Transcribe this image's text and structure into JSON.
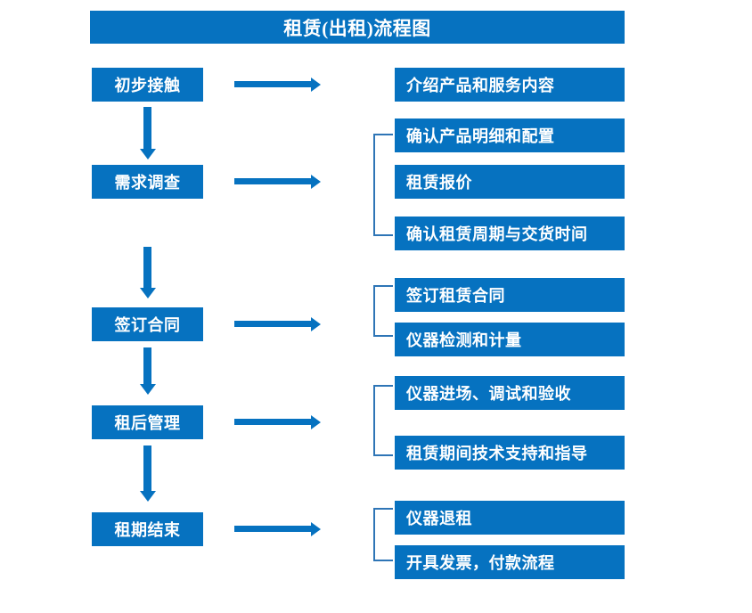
{
  "diagram": {
    "title": "租赁(出租)流程图",
    "accent_color": "#0672C0",
    "bracket_color": "#2E75B6",
    "text_color": "#FFFFFF",
    "background_color": "#FFFFFF"
  },
  "stages": [
    {
      "label": "初步接触"
    },
    {
      "label": "需求调查"
    },
    {
      "label": "签订合同"
    },
    {
      "label": "租后管理"
    },
    {
      "label": "租期结束"
    }
  ],
  "details": [
    {
      "label": "介绍产品和服务内容"
    },
    {
      "label": "确认产品明细和配置"
    },
    {
      "label": "租赁报价"
    },
    {
      "label": "确认租赁周期与交货时间"
    },
    {
      "label": "签订租赁合同"
    },
    {
      "label": "仪器检测和计量"
    },
    {
      "label": "仪器进场、调试和验收"
    },
    {
      "label": "租赁期间技术支持和指导"
    },
    {
      "label": "仪器退租"
    },
    {
      "label": "开具发票，付款流程"
    }
  ]
}
